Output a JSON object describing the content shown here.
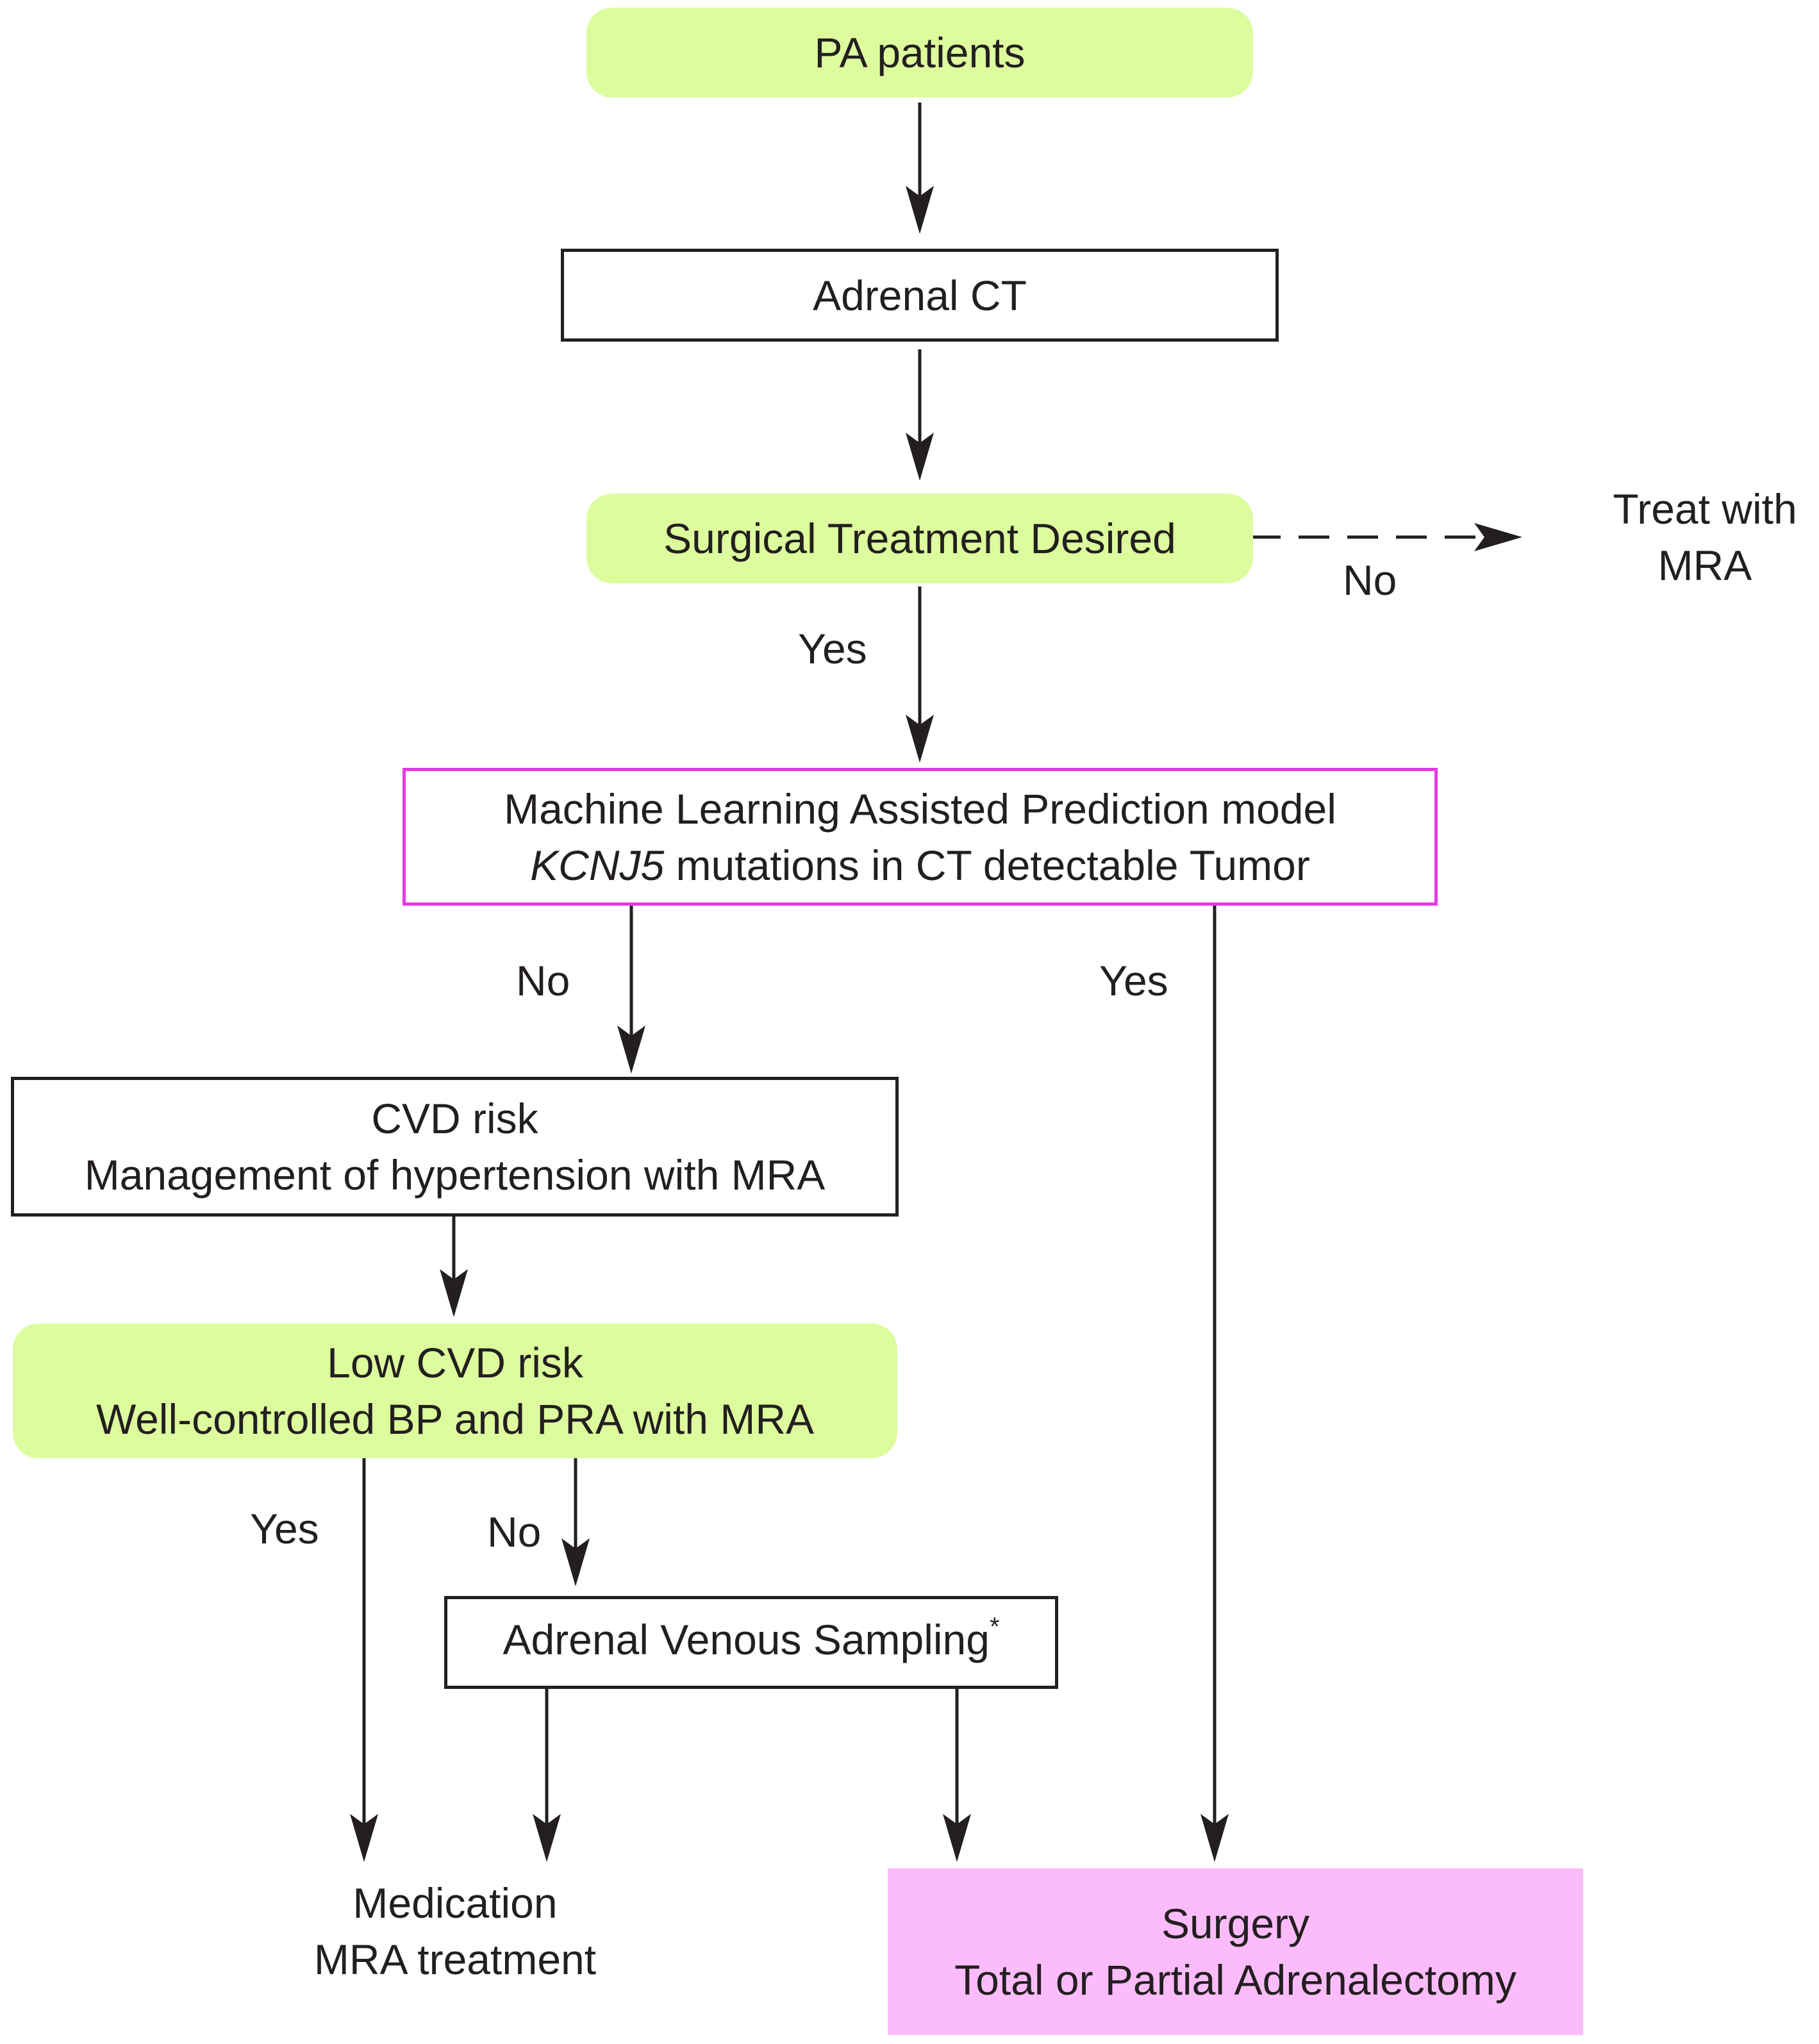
{
  "nodes": {
    "pa_patients": {
      "line1": "PA patients"
    },
    "adrenal_ct": {
      "line1": "Adrenal CT"
    },
    "surgical_desired": {
      "line1": "Surgical Treatment Desired"
    },
    "treat_mra": {
      "line1": "Treat with",
      "line2": "MRA"
    },
    "ml_model": {
      "line1": "Machine Learning Assisted Prediction model",
      "line2_italic": "KCNJ5",
      "line2_rest": " mutations in CT detectable Tumor"
    },
    "cvd_risk": {
      "line1": "CVD risk",
      "line2": "Management of hypertension with MRA"
    },
    "low_cvd": {
      "line1": "Low CVD risk",
      "line2": "Well-controlled BP and PRA with MRA"
    },
    "avs": {
      "line1": "Adrenal Venous Sampling",
      "footnote_mark": "*"
    },
    "medication": {
      "line1": "Medication",
      "line2": "MRA treatment"
    },
    "surgery": {
      "line1": "Surgery",
      "line2": "Total or Partial Adrenalectomy"
    }
  },
  "edge_labels": {
    "surgical_no": "No",
    "surgical_yes": "Yes",
    "ml_no": "No",
    "ml_yes": "Yes",
    "low_yes": "Yes",
    "low_no": "No"
  },
  "colors": {
    "green_fill": "#ddfc9d",
    "pink_fill": "#fcbcfb",
    "magenta_border": "#e639e3",
    "line": "#231f20"
  }
}
